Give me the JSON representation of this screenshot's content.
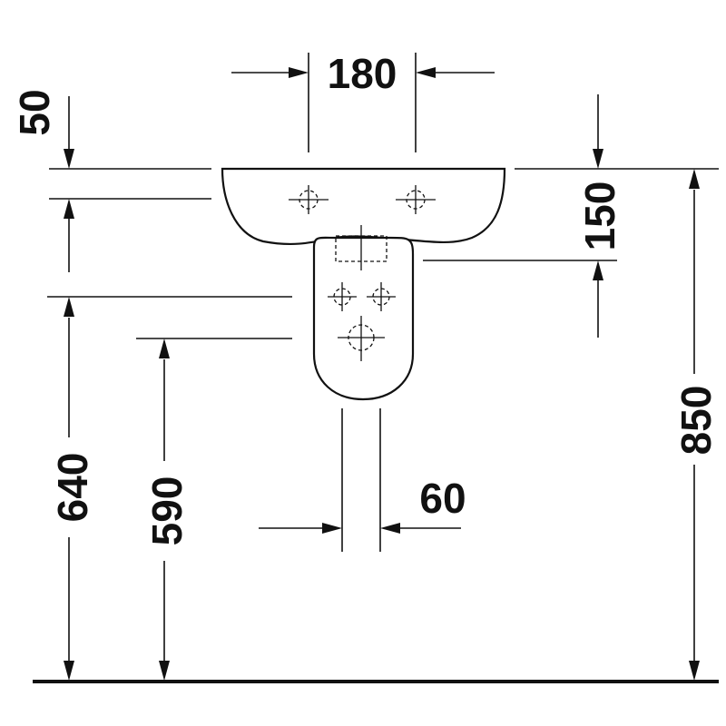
{
  "dimensions": {
    "top_width": "180",
    "top_offset": "50",
    "right_height": "150",
    "left_height": "640",
    "mid_height": "590",
    "pipe_width": "60",
    "total_height": "850"
  }
}
